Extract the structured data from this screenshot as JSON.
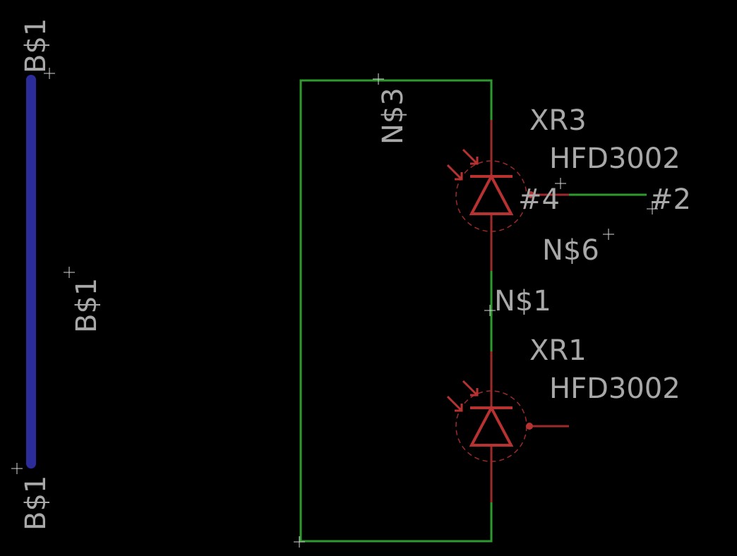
{
  "labels": {
    "bus_top": "B$1",
    "bus_mid": "B$1",
    "bus_bottom": "B$1",
    "net_n3": "N$3",
    "part_xr3_name": "XR3",
    "part_xr3_value": "HFD3002",
    "pin_4": "#4",
    "pin_2": "#2",
    "net_n6": "N$6",
    "net_n1": "N$1",
    "part_xr1_name": "XR1",
    "part_xr1_value": "HFD3002"
  },
  "colors": {
    "background": "#000000",
    "wire": "#2e9a2e",
    "symbol": "#b83232",
    "bus": "#2b2b99",
    "text": "#a8a8a8"
  }
}
